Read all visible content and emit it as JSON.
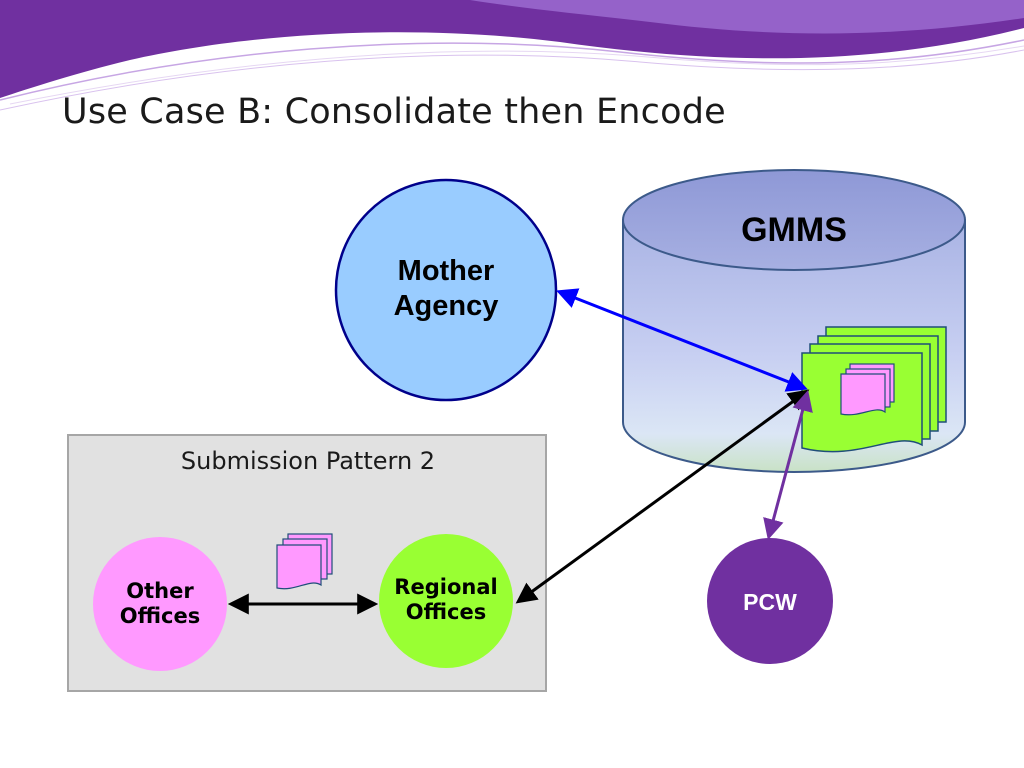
{
  "slide": {
    "title": "Use Case B: Consolidate then Encode"
  },
  "nodes": {
    "mother_agency": {
      "label_line1": "Mother",
      "label_line2": "Agency"
    },
    "gmms": {
      "label": "GMMS"
    },
    "pcw": {
      "label": "PCW"
    },
    "other_offices": {
      "label_line1": "Other",
      "label_line2": "Offices"
    },
    "regional_offices": {
      "label_line1": "Regional",
      "label_line2": "Offices"
    }
  },
  "submission_box": {
    "label": "Submission Pattern 2"
  },
  "colors": {
    "header_purple": "#7030a0",
    "mother_agency_fill": "#99ccff",
    "gmms_fill": "#b9c4ec",
    "document_green": "#99ff33",
    "document_pink": "#ff99ff",
    "pcw_fill": "#7030a0",
    "other_offices_fill": "#ff99ff",
    "regional_offices_fill": "#99ff33",
    "arrow_blue": "#0000ff",
    "arrow_purple": "#7030a0",
    "arrow_black": "#000000"
  }
}
